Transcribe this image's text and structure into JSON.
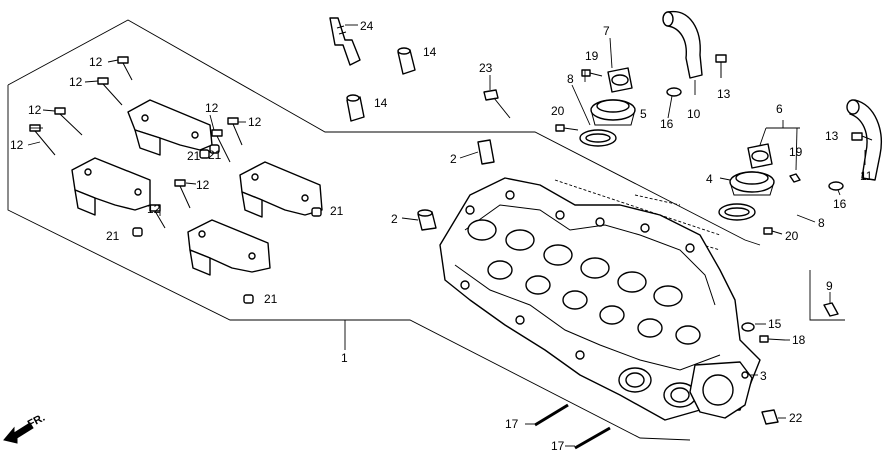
{
  "direction_label": "FR.",
  "callouts": {
    "c1": "1",
    "c2a": "2",
    "c2b": "2",
    "c3": "3",
    "c4": "4",
    "c5": "5",
    "c6": "6",
    "c7": "7",
    "c8a": "8",
    "c8b": "8",
    "c9": "9",
    "c10": "10",
    "c11": "11",
    "c12a": "12",
    "c12b": "12",
    "c12c": "12",
    "c12d": "12",
    "c12e": "12",
    "c12f": "12",
    "c12g": "12",
    "c12h": "12",
    "c13a": "13",
    "c13b": "13",
    "c14a": "14",
    "c14b": "14",
    "c15": "15",
    "c16a": "16",
    "c16b": "16",
    "c17a": "17",
    "c17b": "17",
    "c18": "18",
    "c19a": "19",
    "c19b": "19",
    "c20a": "20",
    "c20b": "20",
    "c21a": "21",
    "c21b": "21",
    "c21c": "21",
    "c21d": "21",
    "c21e": "21",
    "c22": "22",
    "c23": "23",
    "c24": "24"
  }
}
